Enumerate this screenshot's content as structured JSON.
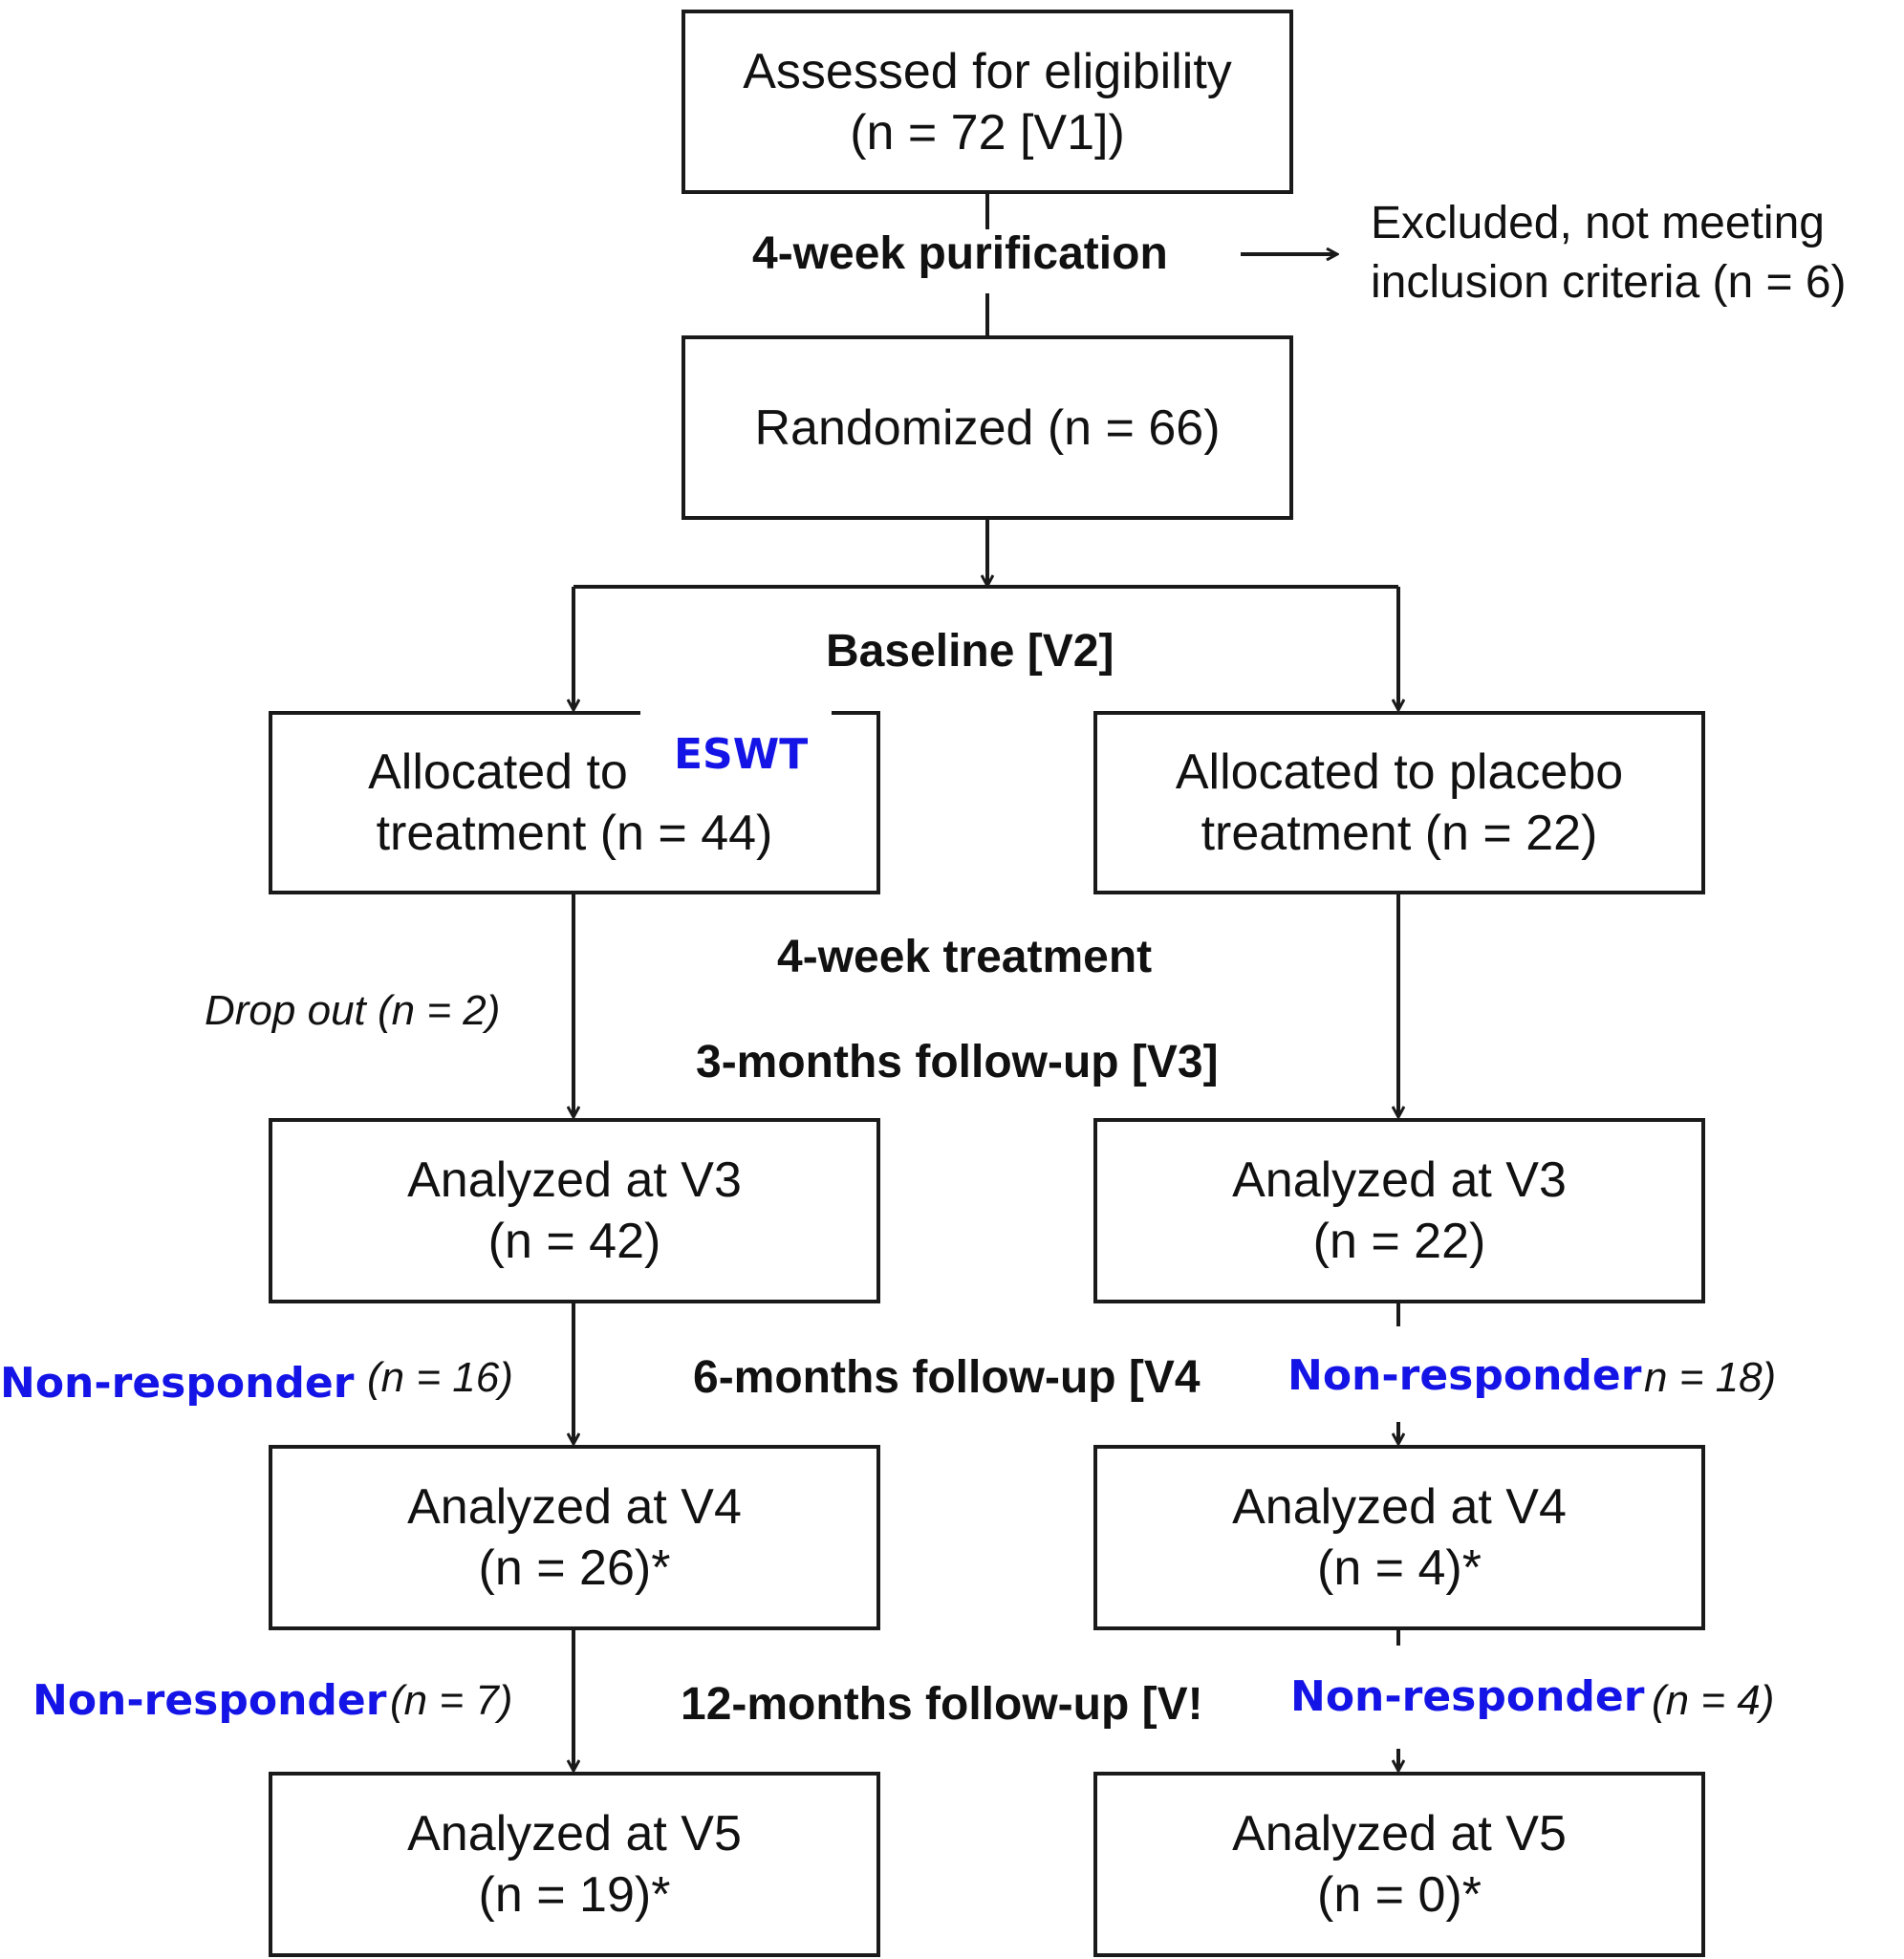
{
  "boxes": {
    "assessed": {
      "line1": "Assessed for eligibility",
      "line2": "(n = 72 [V1])"
    },
    "randomized": {
      "line1": "Randomized (n = 66)"
    },
    "eswt_alloc": {
      "line1": "Allocated to",
      "line2": "treatment (n = 44)",
      "tag": "ESWT"
    },
    "placebo_alloc": {
      "line1": "Allocated to placebo",
      "line2": "treatment (n = 22)"
    },
    "eswt_v3": {
      "line1": "Analyzed at V3",
      "line2": "(n = 42)"
    },
    "placebo_v3": {
      "line1": "Analyzed at V3",
      "line2": "(n = 22)"
    },
    "eswt_v4": {
      "line1": "Analyzed at V4",
      "line2": "(n = 26)*"
    },
    "placebo_v4": {
      "line1": "Analyzed at V4",
      "line2": "(n = 4)*"
    },
    "eswt_v5": {
      "line1": "Analyzed at V5",
      "line2": "(n = 19)*"
    },
    "placebo_v5": {
      "line1": "Analyzed at V5",
      "line2": "(n = 0)*"
    }
  },
  "stages": {
    "purification": "4-week purification",
    "baseline": "Baseline [V2]",
    "treatment": "4-week treatment",
    "followup3": "3-months follow-up [V3]",
    "followup6": "6-months follow-up [V4",
    "followup12": "12-months follow-up [V!"
  },
  "notes": {
    "excluded_line1": "Excluded, not meeting",
    "excluded_line2": "inclusion criteria (n = 6)",
    "dropout": "Drop out (n = 2)",
    "nonresp_label": "Non-responder",
    "eswt_v4_n": "(n = 16)",
    "placebo_v4_n": "n = 18)",
    "eswt_v5_n": "(n = 7)",
    "placebo_v5_n": "(n = 4)"
  },
  "colors": {
    "line": "#1a1a1a",
    "annotation_blue": "#1414e6"
  }
}
